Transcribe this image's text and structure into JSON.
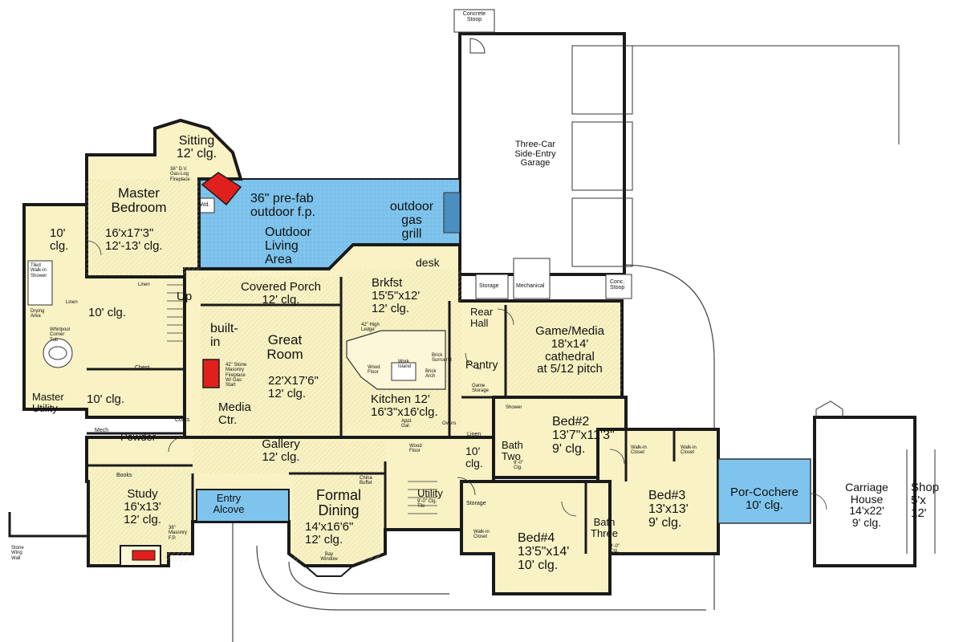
{
  "colors": {
    "floor": "#f8f2c4",
    "wall": "#1a1a1a",
    "outdoor": "#7ec4ec",
    "fireplace": "#e0201c",
    "garage": "#ffffff"
  },
  "rooms": {
    "concrete_stoop_top": "Concrete\nStoop",
    "garage": "Three-Car\nSide-Entry\nGarage",
    "sitting_name": "Sitting",
    "sitting_clg": "12' clg.",
    "dv_fireplace": "36\" D.V.\nGas-Log\nFireplace",
    "master_name": "Master\nBedroom",
    "master_dims": "16'x17'3\"\n12'-13' clg.",
    "prefab_fp": "36\" pre-fab\noutdoor f.p.",
    "outdoor_grill": "outdoor\ngas\ngrill",
    "outdoor_living": "Outdoor\nLiving\nArea",
    "wd": "Wd.",
    "ten_clg_a": "10'\nclg.",
    "ten_clg_b": "10' clg.",
    "ten_clg_c": "10' clg.",
    "desk": "desk",
    "covered_porch": "Covered Porch\n12' clg.",
    "brkfst": "Brkfst\n15'5\"x12'\n12' clg.",
    "storage_top": "Storage",
    "mechanical": "Mechanical",
    "conc_stoop_right": "Conc.\nStoop",
    "rear_hall": "Rear\nHall",
    "game_media": "Game/Media\n18'x14'\ncathedral\nat 5/12 pitch",
    "shower": "Tiled\nWalk-in\nShower",
    "drying": "Drying\nArea",
    "linen_a": "Linen",
    "linen_b": "Linen",
    "linen_c": "Linen",
    "whirlpool": "Whirlpool\nCorner\nTub",
    "up": "Up",
    "built_in": "built-\nin",
    "great_room": "Great\nRoom",
    "great_room_dims": "22'X17'6\"\n12' clg.",
    "ledge": "42\" High\nLedge",
    "wood_floor_a": "Wood\nFloor",
    "work_island": "Work\nIsland",
    "brick_surround": "Brick\nSurround",
    "brick_arch": "Brick\nArch",
    "pantry": "Pantry",
    "game_storage": "Game\nStorage",
    "chest": "Chest",
    "stone_fireplace": "42\" Stone\nMasonry\nFireplace\nW/ Gas\nStart",
    "master_utility": "Master\nUtility",
    "media_ctr": "Media\nCtr.",
    "kitchen": "Kitchen 12'\n16'3\"x16'clg.",
    "appl_gar": "Appl.\nGar.",
    "ovens": "Ovens",
    "shower_b": "Shower",
    "bed2": "Bed#2\n13'7\"x11'3\"\n9' clg.",
    "coats": "Coats",
    "mech": "Mech",
    "powder": "Powder",
    "gallery": "Gallery\n12' clg.",
    "wood_floor_b": "Wood\nFloor",
    "ten_clg_hall": "10'\nclg.",
    "bath_two": "Bath\nTwo",
    "nine_clg_a": "9'-0\"\nClg.",
    "walk_in_a": "Walk-in\nCloset",
    "walk_in_b": "Walk-in\nCloset",
    "books": "Books",
    "china": "China\nBuffet",
    "utility": "Utility",
    "utility_clg": "9'-0\" Clg.\nTile",
    "storage_mid": "Storage",
    "study": "Study\n16'x13'\n12' clg.",
    "entry": "Entry\nAlcove",
    "formal": "Formal\nDining",
    "formal_dims": "14'x16'6\"\n12' clg.",
    "bed3": "Bed#3\n13'x13'\n9' clg.",
    "bath_three": "Bath\nThree",
    "nine_clg_b": "9'-0\"\nClg.",
    "bed4": "Bed#4\n13'5\"x14'\n10' clg.",
    "walk_in_c": "Walk-in\nCloset",
    "por_cochere": "Por-Cochere\n10' clg.",
    "carriage": "Carriage\nHouse\n14'x22'\n9' clg.",
    "shop": "Shop\n5'x\n12'",
    "masonry_fp": "36\"\nMasonry\nF.P.",
    "stone_wing": "Stone\nWing\nWall",
    "bay_window": "Bay\nWindow"
  }
}
